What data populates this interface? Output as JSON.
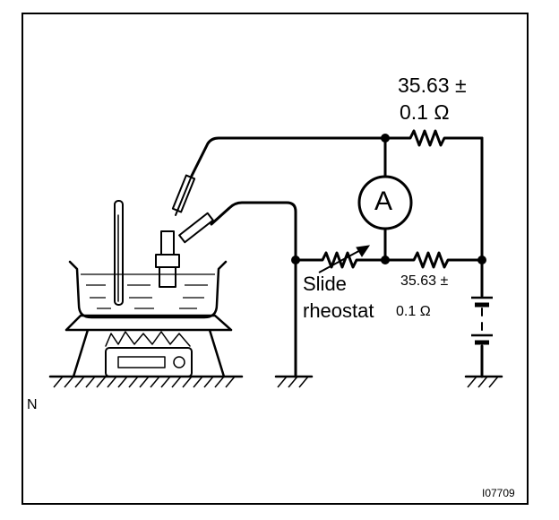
{
  "labels": {
    "top_resistor_value": "35.63 ±",
    "top_resistor_tol": "0.1 Ω",
    "ammeter": "A",
    "slide": "Slide",
    "rheostat": "rheostat",
    "bottom_resistor_value": "35.63 ±",
    "bottom_resistor_tol": "0.1 Ω",
    "corner_mark": "N",
    "figure_id": "I07709"
  }
}
